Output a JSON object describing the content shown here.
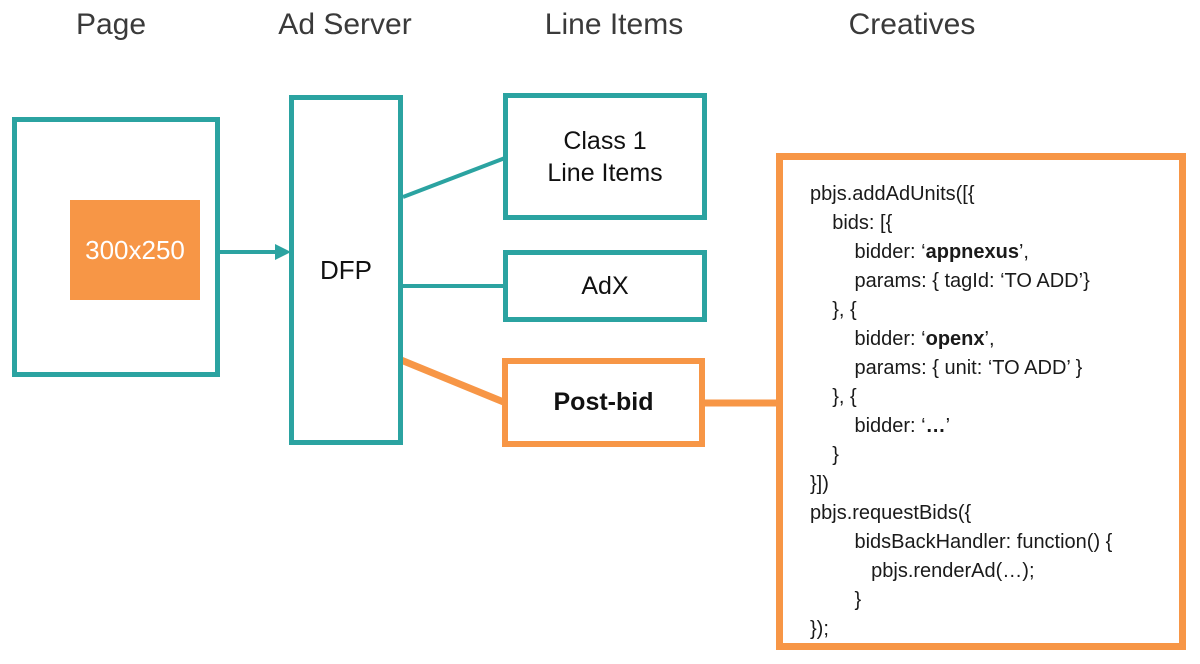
{
  "colors": {
    "teal": "#2BA3A1",
    "orange": "#F79646",
    "header_text": "#3A3A3A",
    "code_text": "#1A1A1A",
    "box_label_text": "#111111",
    "slot_text": "#FFFFFF",
    "bg": "#FFFFFF"
  },
  "headers": [
    {
      "label": "Page"
    },
    {
      "label": "Ad Server"
    },
    {
      "label": "Line Items"
    },
    {
      "label": "Creatives"
    }
  ],
  "page": {
    "ad_slot_label": "300x250"
  },
  "ad_server": {
    "label": "DFP"
  },
  "line_items": {
    "class1": {
      "line1": "Class 1",
      "line2": "Line Items"
    },
    "adx_label": "AdX",
    "postbid_label": "Post-bid"
  },
  "creatives": {
    "code_lines": [
      [
        {
          "t": "pbjs.addAdUnits([{"
        }
      ],
      [
        {
          "t": "    bids: [{"
        }
      ],
      [
        {
          "t": "        bidder: ‘"
        },
        {
          "t": "appnexus",
          "bold": true
        },
        {
          "t": "’,"
        }
      ],
      [
        {
          "t": "        params: { tagId: ‘TO ADD’}"
        }
      ],
      [
        {
          "t": "    }, {"
        }
      ],
      [
        {
          "t": "        bidder: ‘"
        },
        {
          "t": "openx",
          "bold": true
        },
        {
          "t": "’,"
        }
      ],
      [
        {
          "t": "        params: { unit: ‘TO ADD’ }"
        }
      ],
      [
        {
          "t": "    }, {"
        }
      ],
      [
        {
          "t": "        bidder: ‘"
        },
        {
          "t": "…",
          "bold": true
        },
        {
          "t": "’"
        }
      ],
      [
        {
          "t": "    }"
        }
      ],
      [
        {
          "t": "}])"
        }
      ],
      [
        {
          "t": "pbjs.requestBids({"
        }
      ],
      [
        {
          "t": "        bidsBackHandler: function() {"
        }
      ],
      [
        {
          "t": "           pbjs.renderAd(…);"
        }
      ],
      [
        {
          "t": "        }"
        }
      ],
      [
        {
          "t": "});"
        }
      ]
    ]
  }
}
